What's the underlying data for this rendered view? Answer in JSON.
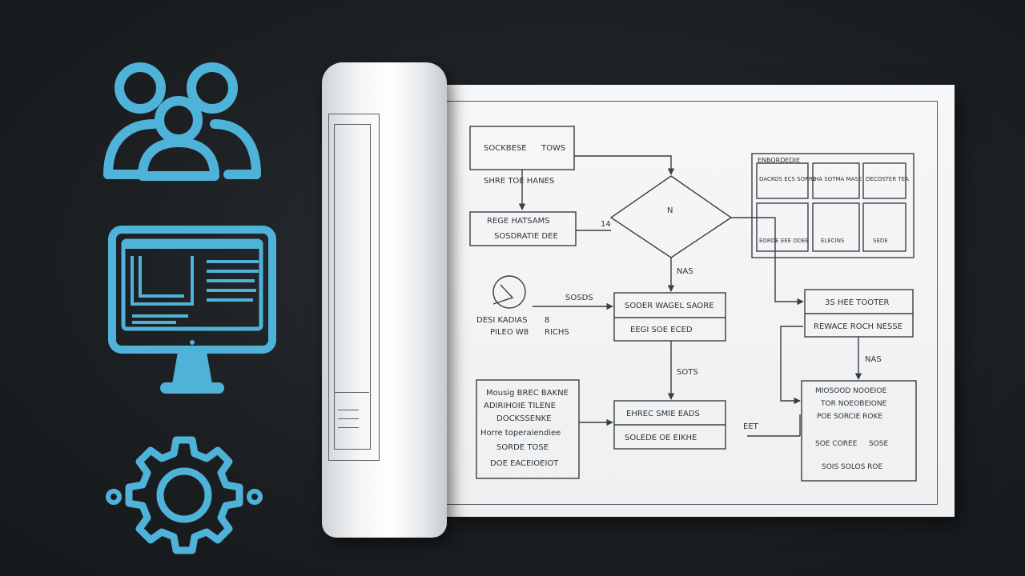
{
  "colors": {
    "accent": "#4fb3d9",
    "ink": "#3a3e42",
    "paper": "#f3f4f5",
    "background": "#1f2225"
  },
  "icons": {
    "team": "team-icon",
    "monitor": "monitor-icon",
    "gear": "gear-icon"
  },
  "diagram": {
    "box_a": {
      "line1": "SOCKBESE",
      "line2": "TOWS"
    },
    "label_a_below": "SHRE TOE HANES",
    "box_b": {
      "line1": "REGE HATSAMS",
      "line2": "SOSDRATIE DEE"
    },
    "label_14": "14",
    "diamond_label": "N",
    "label_below_diamond": "NAS",
    "node_left": {
      "line1": "DESI KADIAS",
      "line2": "PILEO W8",
      "side1": "8",
      "side2": "RICHS"
    },
    "label_sokes": "SOSDS",
    "box_center_top": {
      "line1": "SODER WAGEL SAORE",
      "line2": "EEGI SOE ECED"
    },
    "label_sots": "SOTS",
    "box_center_bottom": {
      "line1": "EHREC SMIE EADS",
      "line2": "SOLEDE OE EIKHE"
    },
    "box_left": {
      "lines": [
        "Mousig BREC BAKNE",
        "ADIRIHOIE TILENE",
        "DOCKSSENKE",
        "Horre toperaiendiee",
        "SORDE TOSE",
        "DOE EACEIOEIOT"
      ]
    },
    "table": {
      "header": "ENBORDEDIE",
      "cells": [
        [
          "DACKOS ECS SORRE",
          "HA SOTMA MASE",
          "DECOSTER TEA"
        ],
        [
          "EORDE EEE ODEE",
          "ELECINS",
          "SEDE"
        ]
      ]
    },
    "box_right_top": {
      "line1": "3S HEE TOOTER",
      "line2": "REWACE ROCH NESSE"
    },
    "label_nas_right": "NAS",
    "box_right_bottom": {
      "lines": [
        "MIOSOOD NOOEIOE",
        "TOR NOEOBEIONE",
        "POE SORCIE ROKE",
        "SOE COREE",
        "SOSE",
        "SOIS SOLOS ROE"
      ]
    },
    "label_left_of_rb": "EET"
  }
}
